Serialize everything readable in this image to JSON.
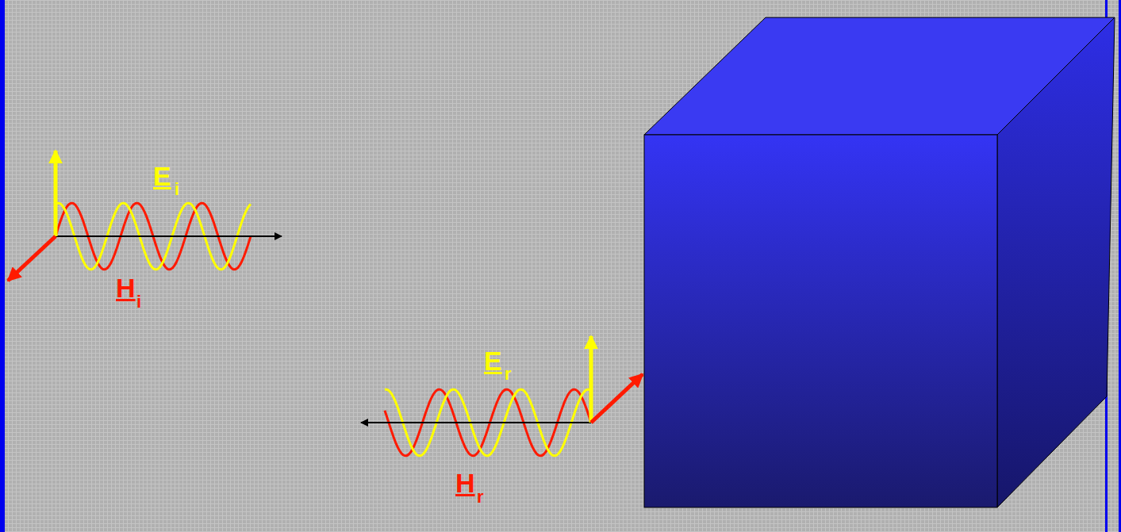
{
  "diagram": {
    "labels": [
      "E",
      "i",
      "H",
      "i",
      "E",
      "r",
      "H",
      "r"
    ]
  }
}
